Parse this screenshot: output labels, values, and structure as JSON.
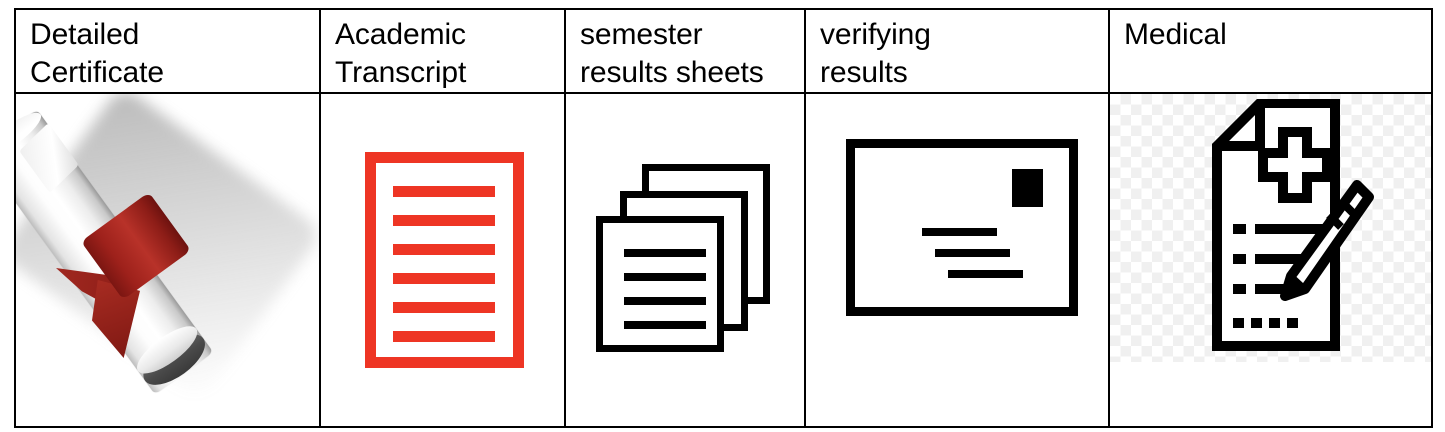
{
  "table": {
    "columns": [
      {
        "id": "detailed-certificate",
        "header": "Detailed\nCertificate",
        "icon": "diploma-scroll-icon",
        "icon_label": "rolled diploma certificate with red ribbon"
      },
      {
        "id": "academic-transcript",
        "header": "Academic\nTranscript",
        "icon": "red-document-icon",
        "icon_label": "red outlined document with six text lines",
        "line_count": 6
      },
      {
        "id": "semester-results-sheets",
        "header": "semester\nresults sheets",
        "icon": "stacked-sheets-icon",
        "icon_label": "three stacked paper sheets with four text lines",
        "sheet_count": 3,
        "line_count": 4
      },
      {
        "id": "verifying-results",
        "header": "verifying\nresults",
        "icon": "envelope-icon",
        "icon_label": "envelope with postage stamp and three address lines",
        "line_count": 3
      },
      {
        "id": "medical",
        "header": "Medical",
        "icon": "medical-form-pencil-icon",
        "icon_label": "medical form with cross, checklist lines and pencil"
      }
    ]
  },
  "colors": {
    "accent_red": "#ee3524",
    "ink": "#000000",
    "paper": "#ffffff",
    "ribbon_red": "#9e211b",
    "checker_gray": "#f0f0f0"
  }
}
